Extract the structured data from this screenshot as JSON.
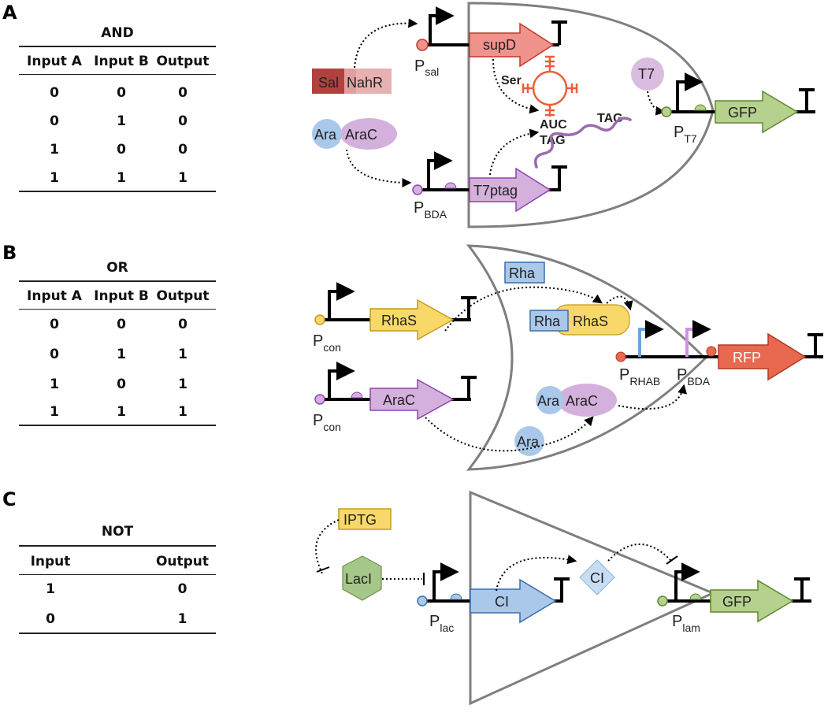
{
  "panels": {
    "a": "A",
    "b": "B",
    "c": "C"
  },
  "and_table": {
    "title": "AND",
    "headers": [
      "Input A",
      "Input B",
      "Output"
    ],
    "rows": [
      [
        "0",
        "0",
        "0"
      ],
      [
        "0",
        "1",
        "0"
      ],
      [
        "1",
        "0",
        "0"
      ],
      [
        "1",
        "1",
        "1"
      ]
    ]
  },
  "or_table": {
    "title": "OR",
    "headers": [
      "Input A",
      "Input B",
      "Output"
    ],
    "rows": [
      [
        "0",
        "0",
        "0"
      ],
      [
        "0",
        "1",
        "1"
      ],
      [
        "1",
        "0",
        "1"
      ],
      [
        "1",
        "1",
        "1"
      ]
    ]
  },
  "not_table": {
    "title": "NOT",
    "headers": [
      "Input",
      "Output"
    ],
    "rows": [
      [
        "1",
        "0"
      ],
      [
        "0",
        "1"
      ]
    ]
  },
  "and_gate": {
    "sal": "Sal",
    "nahr": "NahR",
    "ara": "Ara",
    "arac": "AraC",
    "supd": "supD",
    "t7ptag": "T7ptag",
    "ser": "Ser",
    "auc": "AUC",
    "tag1": "TAG",
    "tag2": "TAG",
    "t7": "T7",
    "gfp": "GFP",
    "p_sal": {
      "main": "P",
      "sub": "sal"
    },
    "p_bda": {
      "main": "P",
      "sub": "BDA"
    },
    "p_t7": {
      "main": "P",
      "sub": "T7"
    }
  },
  "or_gate": {
    "rhas": "RhaS",
    "arac": "AraC",
    "rha1": "Rha",
    "rha2": "Rha",
    "rhas_complex": "RhaS",
    "ara_complex": "Ara",
    "arac_complex": "AraC",
    "ara": "Ara",
    "rfp": "RFP",
    "p_con1": {
      "main": "P",
      "sub": "con"
    },
    "p_con2": {
      "main": "P",
      "sub": "con"
    },
    "p_rhab": {
      "main": "P",
      "sub": "RHAB"
    },
    "p_bda": {
      "main": "P",
      "sub": "BDA"
    }
  },
  "not_gate": {
    "iptg": "IPTG",
    "laci": "LacI",
    "ci": "CI",
    "ci_protein": "CI",
    "gfp": "GFP",
    "p_lac": {
      "main": "P",
      "sub": "lac"
    },
    "p_lam": {
      "main": "P",
      "sub": "lam"
    }
  },
  "colors": {
    "pink_gene": "#f0938c",
    "purple_gene": "#d4b0dc",
    "green_gene": "#b6d08e",
    "yellow_gene": "#f9d86a",
    "blue_gene": "#a9c8ea",
    "rfp_gene": "#e8694f",
    "gate_outline": "#7f7f7f",
    "trna": "#ea5f3b",
    "mrna": "#9b6bb0"
  }
}
